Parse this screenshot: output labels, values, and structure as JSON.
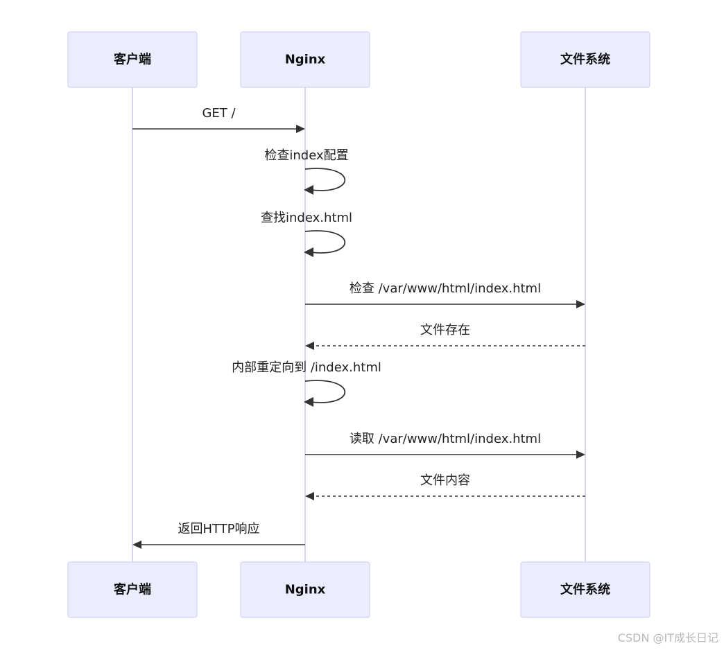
{
  "participants": [
    {
      "id": "client",
      "label": "客户端"
    },
    {
      "id": "nginx",
      "label": "Nginx"
    },
    {
      "id": "fs",
      "label": "文件系统"
    }
  ],
  "messages": [
    {
      "from": "client",
      "to": "nginx",
      "label": "GET /",
      "style": "solid"
    },
    {
      "from": "nginx",
      "to": "nginx",
      "label": "检查index配置",
      "style": "self"
    },
    {
      "from": "nginx",
      "to": "nginx",
      "label": "查找index.html",
      "style": "self"
    },
    {
      "from": "nginx",
      "to": "fs",
      "label": "检查 /var/www/html/index.html",
      "style": "solid"
    },
    {
      "from": "fs",
      "to": "nginx",
      "label": "文件存在",
      "style": "dashed"
    },
    {
      "from": "nginx",
      "to": "nginx",
      "label": "内部重定向到 /index.html",
      "style": "self"
    },
    {
      "from": "nginx",
      "to": "fs",
      "label": "读取 /var/www/html/index.html",
      "style": "solid"
    },
    {
      "from": "fs",
      "to": "nginx",
      "label": "文件内容",
      "style": "dashed"
    },
    {
      "from": "nginx",
      "to": "client",
      "label": "返回HTTP响应",
      "style": "solid"
    }
  ],
  "watermark": "CSDN @IT成长日记"
}
